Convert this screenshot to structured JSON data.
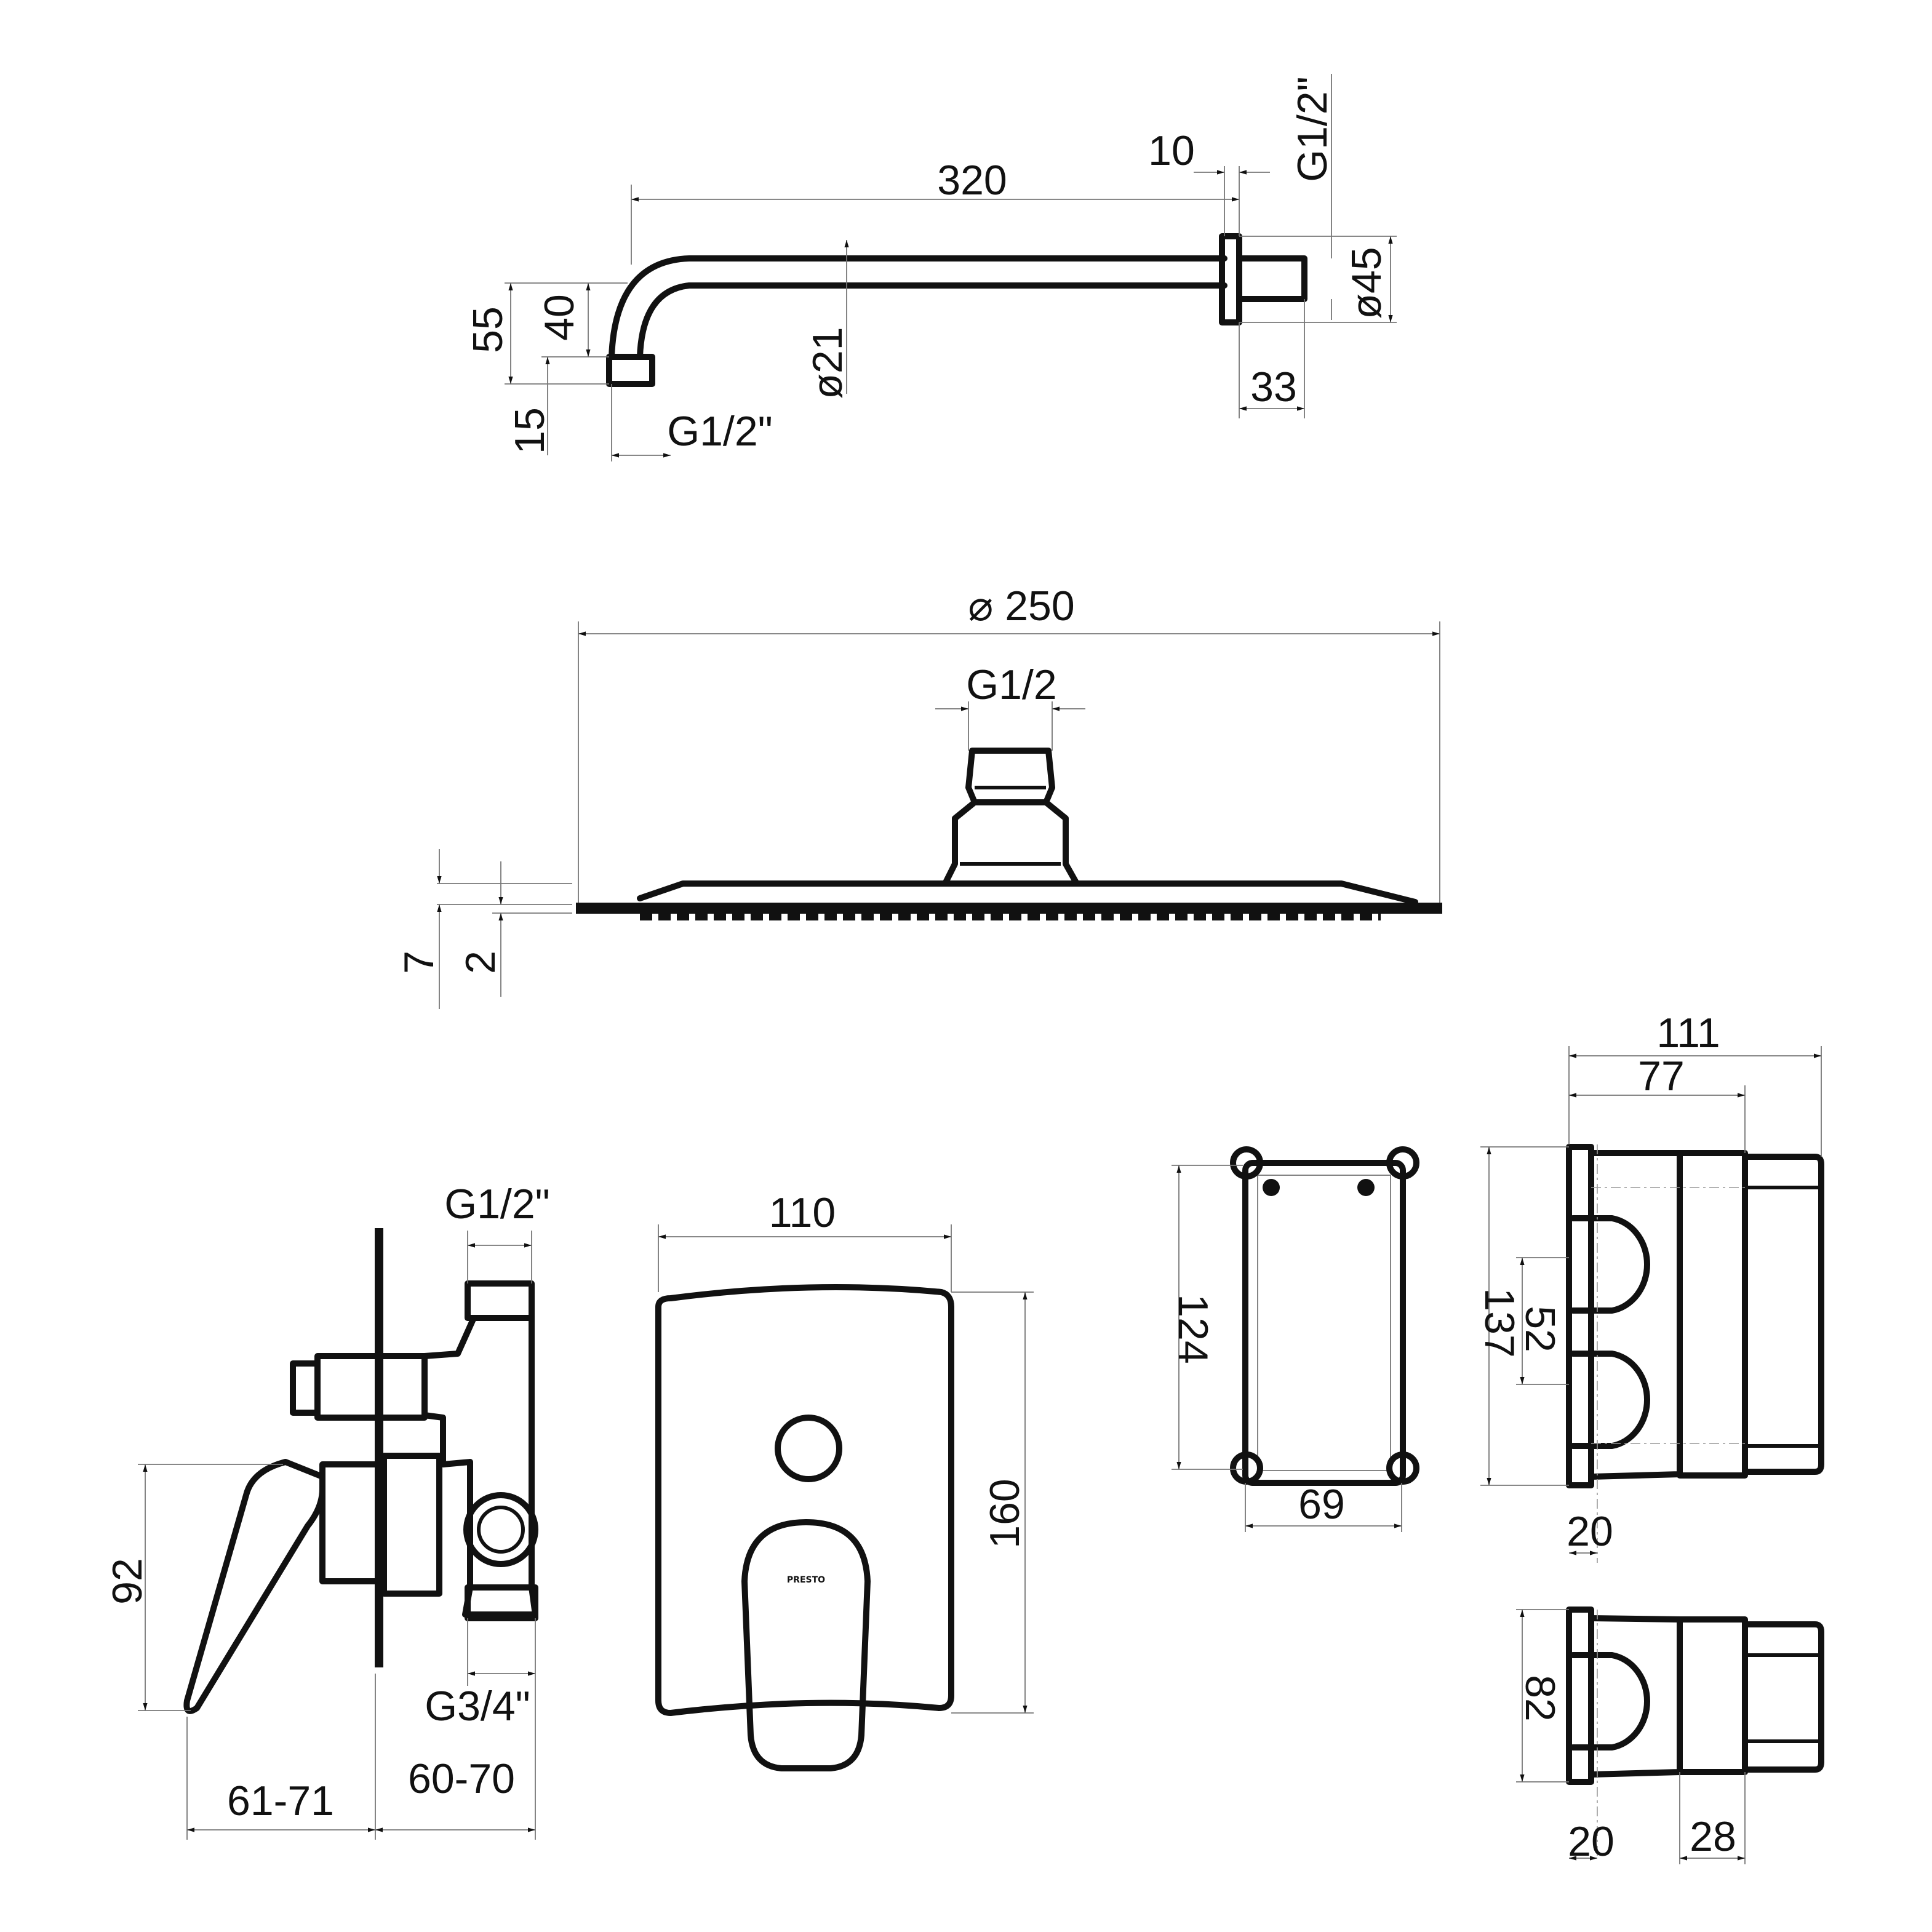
{
  "shower_arm": {
    "length": "320",
    "flange_offset": "10",
    "wall_thread": "G1/2\"",
    "flange_diameter": "ø45",
    "nipple_length": "33",
    "tube_diameter": "ø21",
    "total_drop": "55",
    "elbow_drop": "40",
    "outlet_height": "15",
    "outlet_thread": "G1/2\""
  },
  "shower_head": {
    "diameter": "250",
    "diameter_symbol": "⌀",
    "thread": "G1/2",
    "total_thickness": "7",
    "plate_thickness": "2"
  },
  "mixer_side": {
    "top_thread": "G1/2\"",
    "lever_height": "92",
    "bottom_thread": "G3/4\"",
    "lever_projection": "61-71",
    "install_depth": "60-70"
  },
  "mixer_front": {
    "width": "110",
    "height": "160",
    "logo_text": "PRESTO"
  },
  "box_front": {
    "height": "124",
    "width": "69"
  },
  "box_side_large": {
    "total_depth": "111",
    "body_depth": "77",
    "height": "137",
    "port_spacing": "52",
    "flange_depth": "20"
  },
  "box_side_small": {
    "height": "82",
    "flange_depth": "20",
    "extension_depth": "28"
  }
}
